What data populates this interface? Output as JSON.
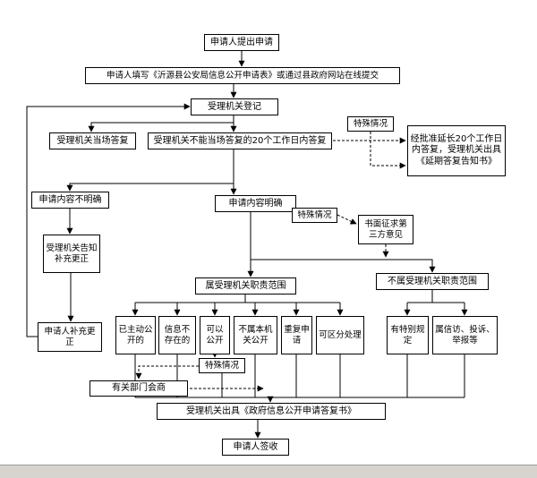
{
  "colors": {
    "line": "#000000",
    "box_background": "#ffffff",
    "bottom_strip": "#d7d4cf"
  },
  "nodes": {
    "applicant_submit": "申请人提出申请",
    "fill_form": "申请人填写《沂源县公安局信息公开申请表》或通过县政府网站在线提交",
    "register": "受理机关登记",
    "special_1": "特殊情况",
    "onsite_reply": "受理机关当场答复",
    "reply_20days": "受理机关不能当场答复的20个工作日内答复",
    "extended_reply": "经批准延长20个工作日内答复，受理机关出具《延期答复告知书》",
    "unclear": "申请内容不明确",
    "clear": "申请内容明确",
    "special_2": "特殊情况",
    "third_party": "书面征求第三方意见",
    "notify_supplement": "受理机关告知补充更正",
    "in_scope": "属受理机关职责范围",
    "out_scope": "不属受理机关职责范围",
    "applicant_supplement": "申请人补充更正",
    "cat_proactive": "已主动公开的",
    "cat_not_exist": "信息不存在的",
    "cat_public": "可以公开",
    "cat_not_this_org": "不属本机关公开",
    "cat_repeat": "重复申请",
    "cat_separable": "可区分处理",
    "cat_special_rule": "有特别规定",
    "cat_petition": "属信访、投诉、举报等",
    "special_3": "特殊情况",
    "consult": "有关部门会商",
    "reply_doc": "受理机关出具《政府信息公开申请答复书》",
    "sign": "申请人签收"
  }
}
